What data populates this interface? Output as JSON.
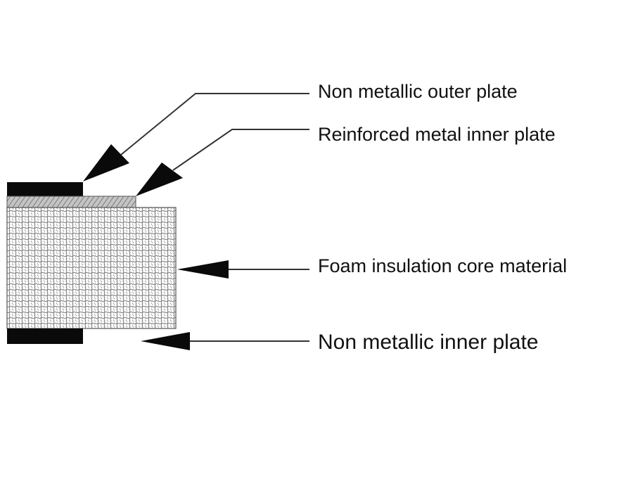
{
  "labels": {
    "outer_plate": "Non metallic outer plate",
    "metal_plate": "Reinforced metal inner plate",
    "foam_core": "Foam insulation core material",
    "inner_plate": "Non metallic inner plate"
  },
  "colors": {
    "plate": "#0a0a0a",
    "leader": "#333333",
    "foam_cell_stroke": "#6b6b6b",
    "metal_fill": "#bdbdbd",
    "metal_hatch": "#555555"
  }
}
